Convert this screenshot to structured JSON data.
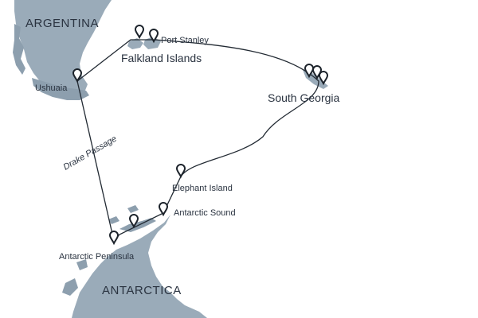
{
  "map": {
    "colors": {
      "land": "#9aabb9",
      "route": "#222a33",
      "pin_outline": "#1c232b",
      "label": "#2a3340",
      "sea": "#ffffff"
    },
    "labels": {
      "argentina": "ARGENTINA",
      "antarctica": "ANTARCTICA",
      "falkland_islands": "Falkland Islands",
      "south_georgia": "South Georgia",
      "port_stanley": "Port Stanley",
      "ushuaia": "Ushuaia",
      "drake_passage": "Drake Passage",
      "elephant_island": "Elephant Island",
      "antarctic_sound": "Antarctic Sound",
      "antarctic_peninsula": "Antarctic Peninsula"
    },
    "icons": {
      "stop_marker": "map-pin-icon"
    }
  }
}
